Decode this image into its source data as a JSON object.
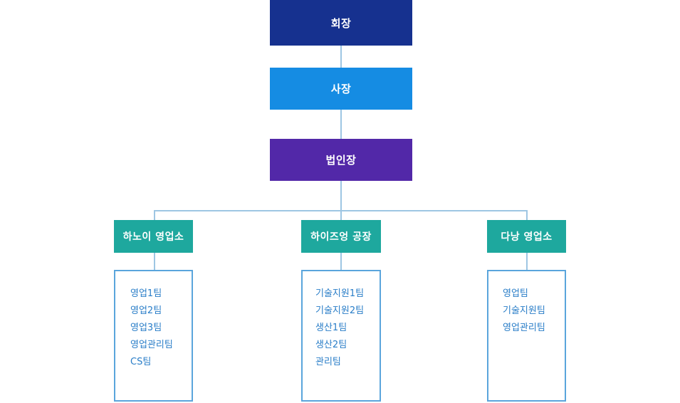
{
  "chart": {
    "chairman": "회장",
    "president": "사장",
    "corporate_head": "법인장",
    "branches": [
      {
        "name": "하노이 영업소",
        "teams": [
          "영업1팀",
          "영업2팀",
          "영업3팀",
          "영업관리팀",
          "CS팀"
        ]
      },
      {
        "name": "하이즈엉 공장",
        "teams": [
          "기술지원1팀",
          "기술지원2팀",
          "생산1팀",
          "생산2팀",
          "관리팀"
        ]
      },
      {
        "name": "다낭 영업소",
        "teams": [
          "영업팀",
          "기술지원팀",
          "영업관리팀"
        ]
      }
    ]
  },
  "colors": {
    "chairman": "#16318f",
    "president": "#158ce3",
    "corporate_head": "#5228a8",
    "branch": "#1ea89e",
    "team_text": "#2a7ec8",
    "team_border": "#5aa5dc",
    "connector": "#9ec6e3"
  }
}
